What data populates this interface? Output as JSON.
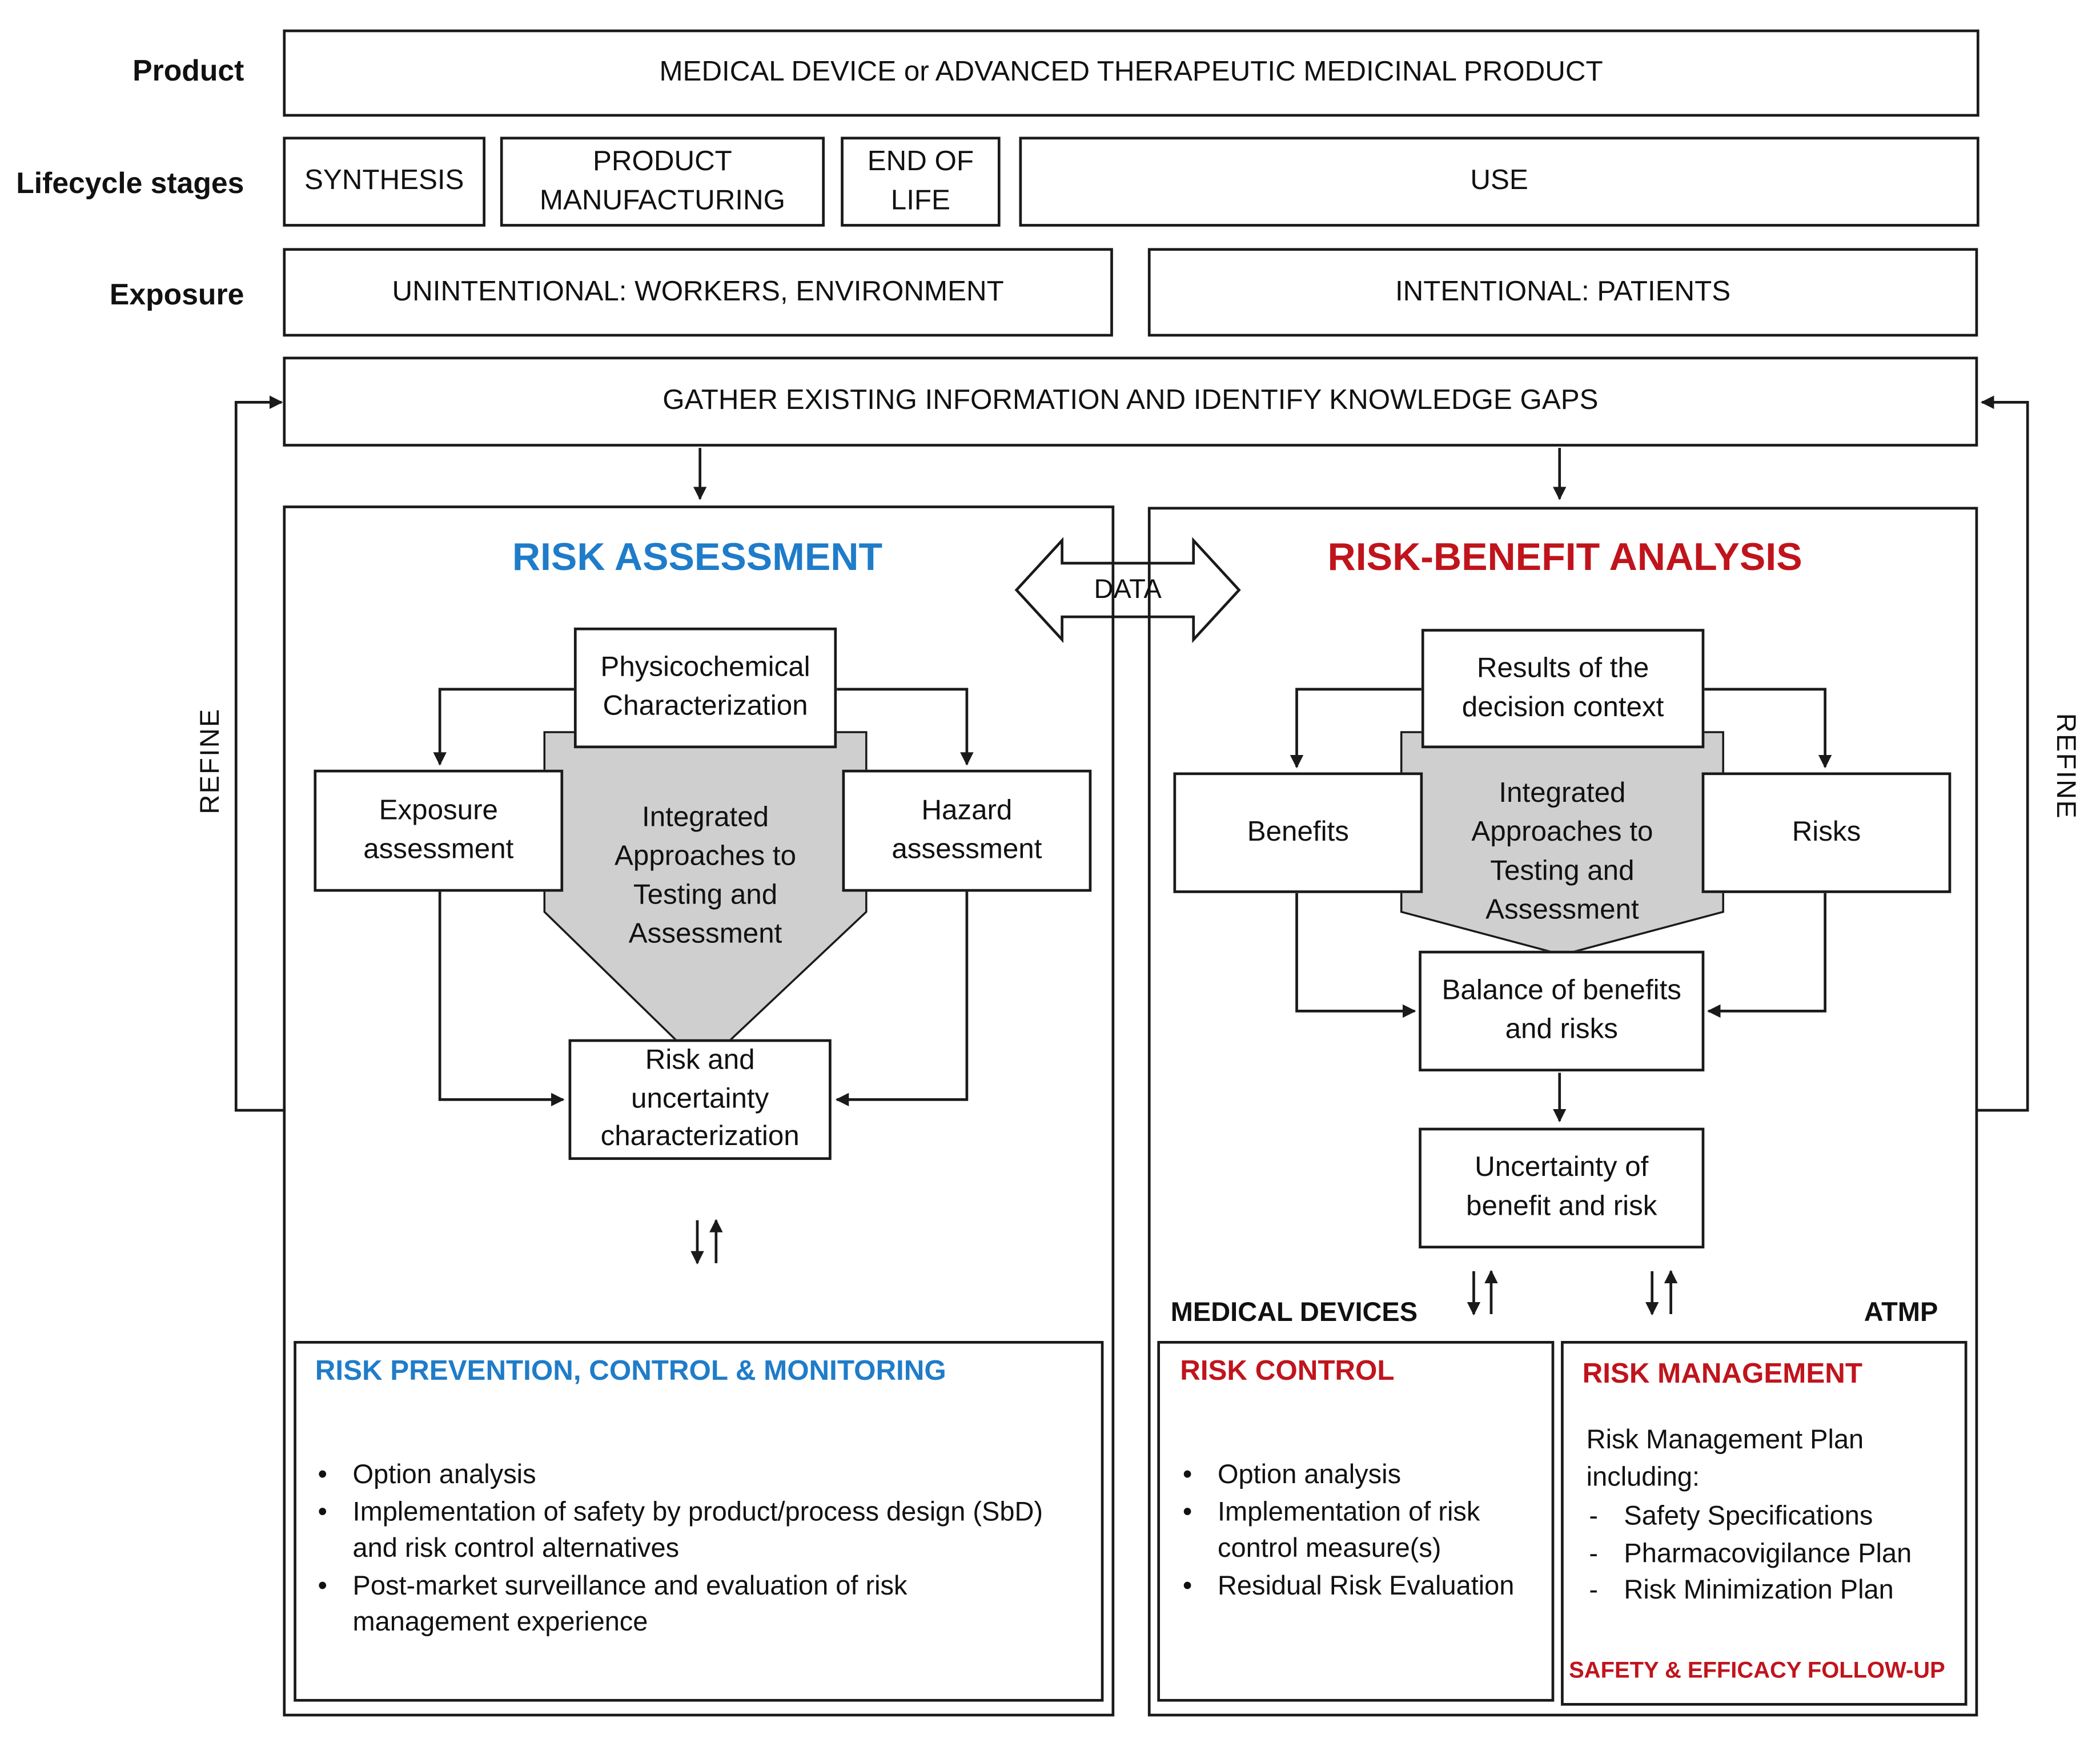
{
  "row_labels": {
    "product": "Product",
    "lifecycle": "Lifecycle stages",
    "exposure": "Exposure"
  },
  "product_box": "MEDICAL DEVICE or ADVANCED THERAPEUTIC MEDICINAL PRODUCT",
  "lifecycle": {
    "synthesis": "SYNTHESIS",
    "manufacturing": "PRODUCT MANUFACTURING",
    "end_of_life": "END OF LIFE",
    "use": "USE"
  },
  "exposure": {
    "unintentional": "UNINTENTIONAL: WORKERS, ENVIRONMENT",
    "intentional": "INTENTIONAL: PATIENTS"
  },
  "gather_box": "GATHER EXISTING INFORMATION AND IDENTIFY KNOWLEDGE GAPS",
  "refine_label": "REFINE",
  "data_label": "DATA",
  "risk_assessment": {
    "title": "RISK ASSESSMENT",
    "physicochemical": "Physicochemical Characterization",
    "exposure_assessment": "Exposure assessment",
    "hazard_assessment": "Hazard assessment",
    "iata": "Integrated Approaches to Testing and Assessment",
    "risk_uncertainty": "Risk and uncertainty characterization"
  },
  "risk_benefit": {
    "title": "RISK-BENEFIT ANALYSIS",
    "decision_context": "Results of the decision context",
    "benefits": "Benefits",
    "risks": "Risks",
    "iata": "Integrated Approaches to Testing and Assessment",
    "balance": "Balance of benefits and risks",
    "uncertainty": "Uncertainty of benefit and risk"
  },
  "prevention": {
    "title": "RISK PREVENTION, CONTROL & MONITORING",
    "bullets": [
      "Option analysis",
      "Implementation of safety by product/process design (SbD) and risk control alternatives",
      "Post-market surveillance and evaluation of risk management experience"
    ]
  },
  "medical_devices_label": "MEDICAL DEVICES",
  "atmp_label": "ATMP",
  "risk_control": {
    "title": "RISK CONTROL",
    "bullets": [
      "Option analysis",
      "Implementation of risk control measure(s)",
      "Residual Risk Evaluation"
    ]
  },
  "risk_management": {
    "title": "RISK MANAGEMENT",
    "intro": "Risk Management Plan including:",
    "items": [
      "Safety Specifications",
      "Pharmacovigilance Plan",
      "Risk Minimization Plan"
    ],
    "footer": "SAFETY & EFFICACY FOLLOW-UP"
  },
  "colors": {
    "blue": "#1f7cc9",
    "red": "#c0141c",
    "iata_fill": "#d0cfd0",
    "line": "#1a1a1a"
  }
}
